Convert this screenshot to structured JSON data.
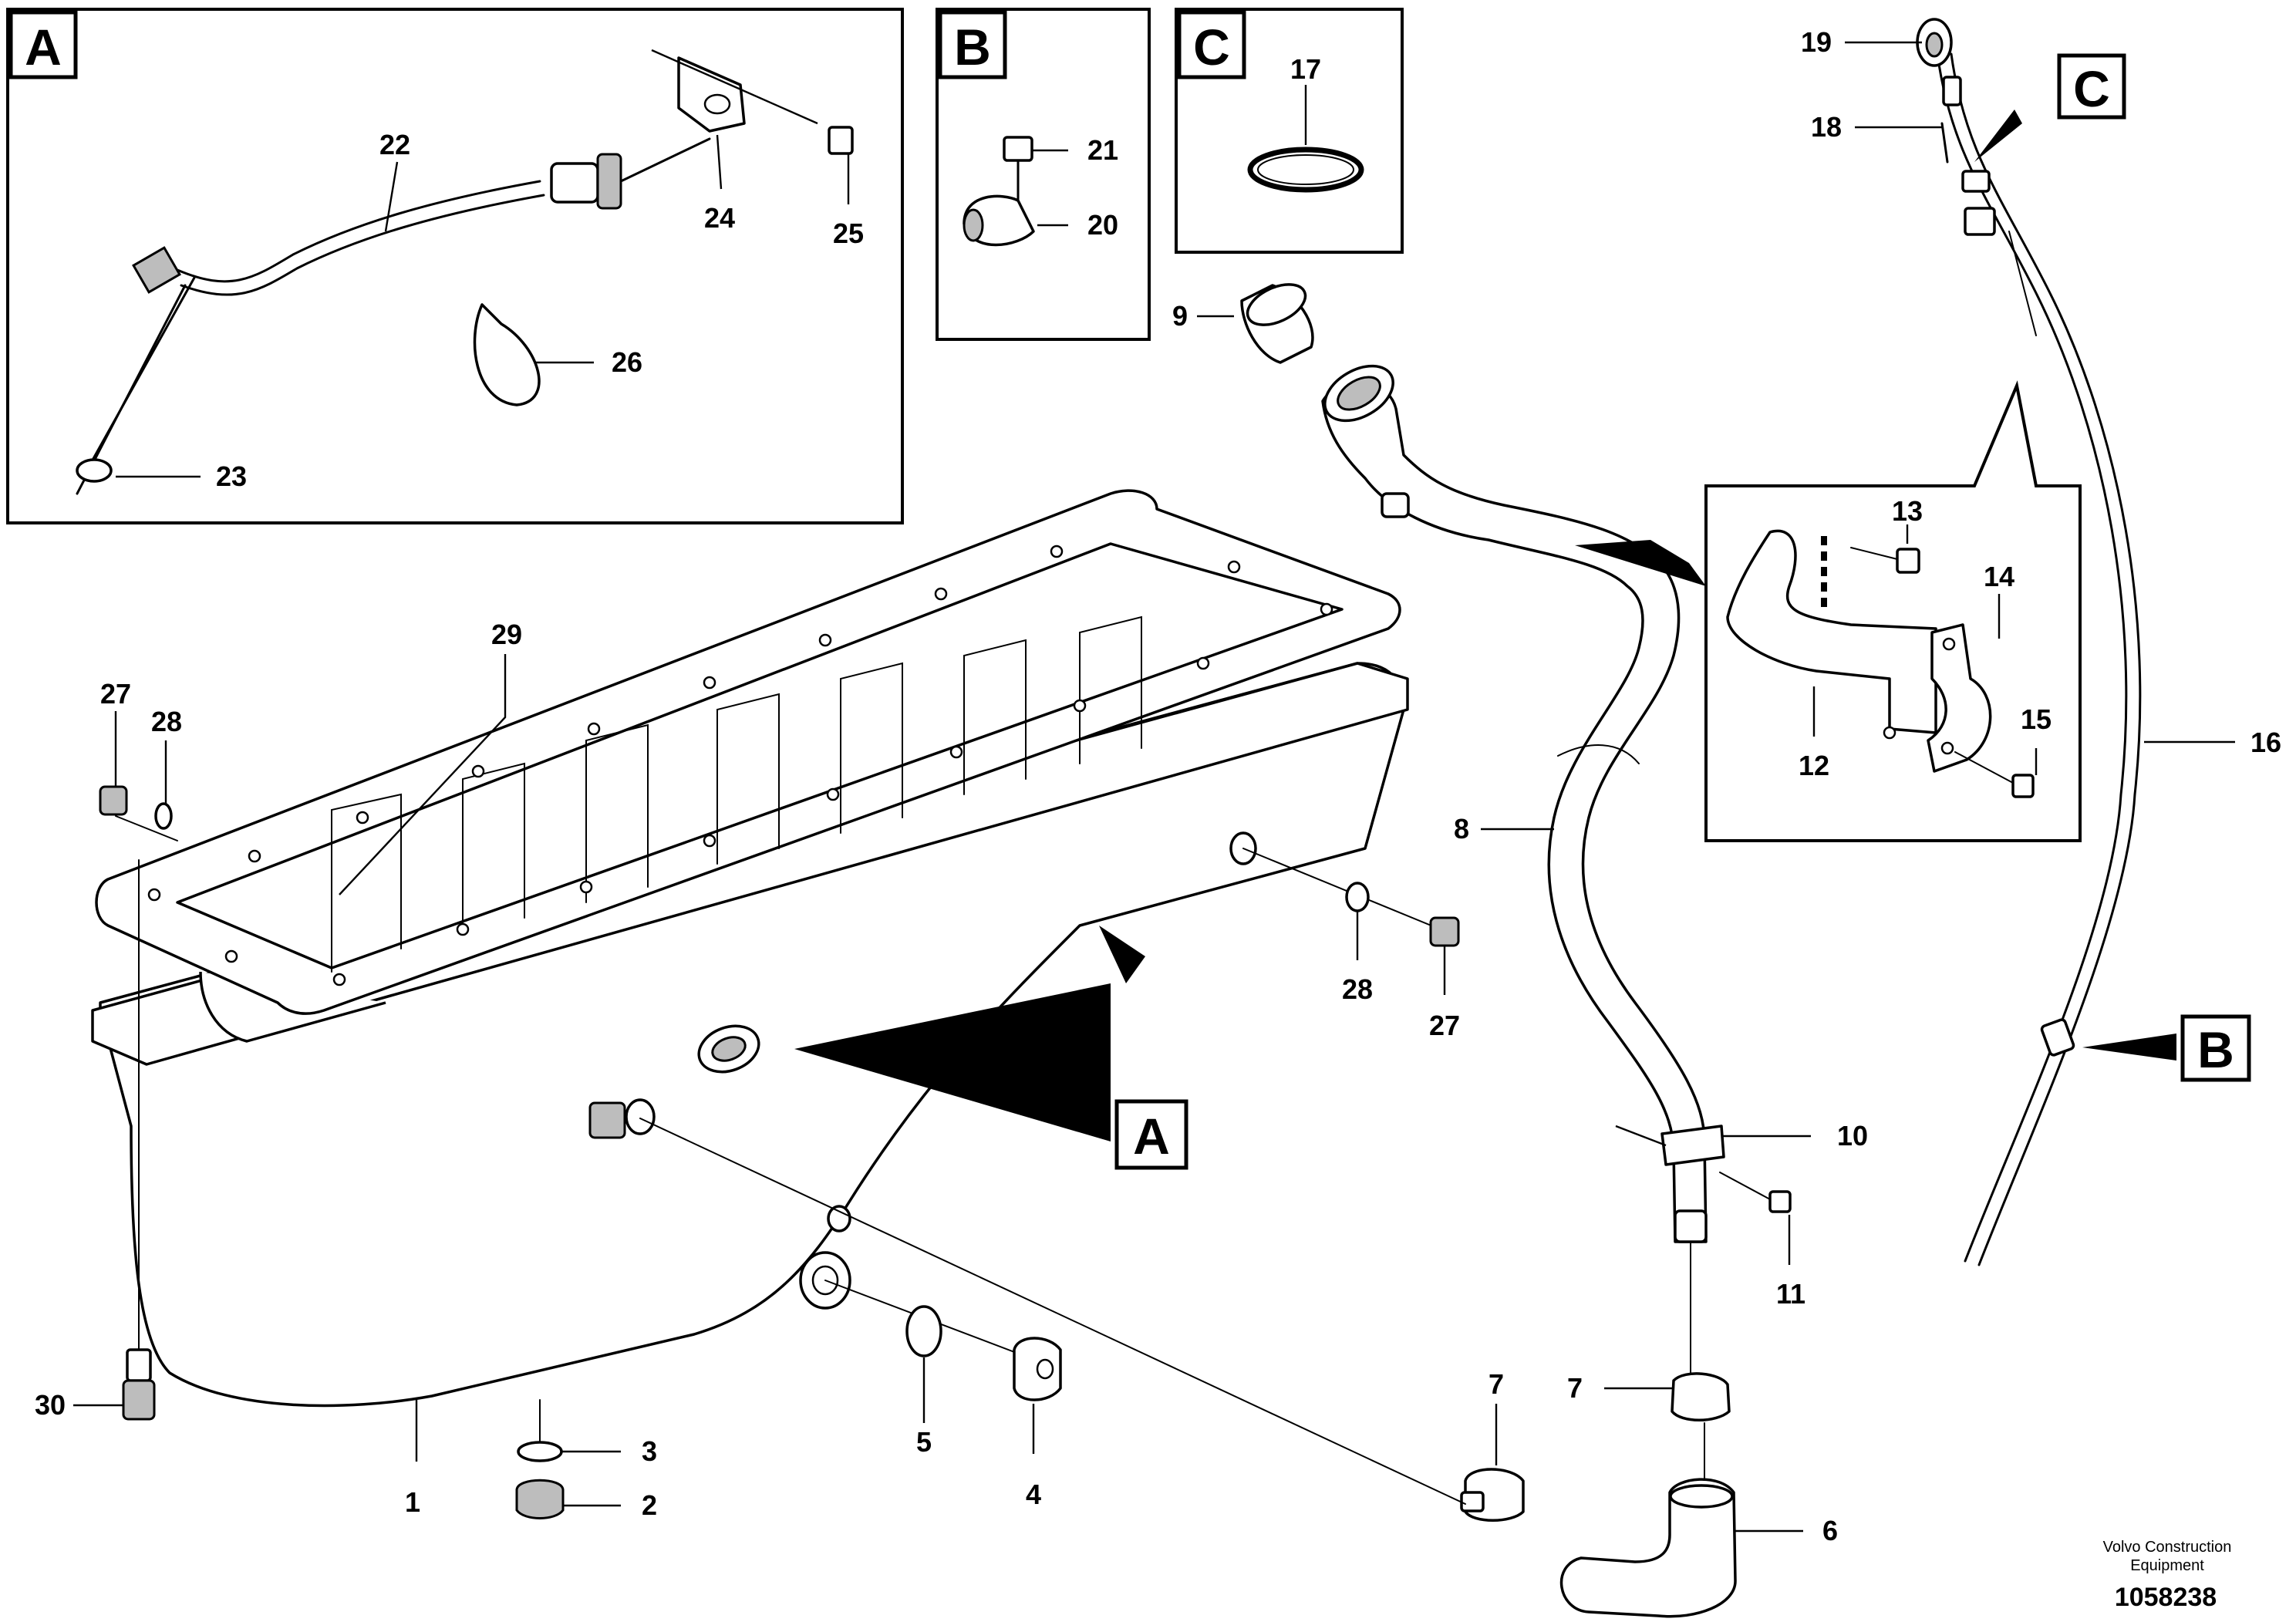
{
  "detail_boxes": {
    "A": {
      "letter": "A"
    },
    "B": {
      "letter": "B"
    },
    "C": {
      "letter": "C"
    }
  },
  "callouts": {
    "A": "A",
    "B": "B",
    "C": "C"
  },
  "part_labels": {
    "p1": "1",
    "p2": "2",
    "p3": "3",
    "p4": "4",
    "p5": "5",
    "p6": "6",
    "p7a": "7",
    "p7b": "7",
    "p8": "8",
    "p9": "9",
    "p10": "10",
    "p11": "11",
    "p12": "12",
    "p13": "13",
    "p14": "14",
    "p15": "15",
    "p16": "16",
    "p17": "17",
    "p18": "18",
    "p19": "19",
    "p20": "20",
    "p21": "21",
    "p22": "22",
    "p23": "23",
    "p24": "24",
    "p25": "25",
    "p26": "26",
    "p27a": "27",
    "p27b": "27",
    "p28a": "28",
    "p28b": "28",
    "p29": "29",
    "p30": "30"
  },
  "footer": {
    "manufacturer_line1": "Volvo Construction",
    "manufacturer_line2": "Equipment",
    "drawing_number": "1058238"
  }
}
